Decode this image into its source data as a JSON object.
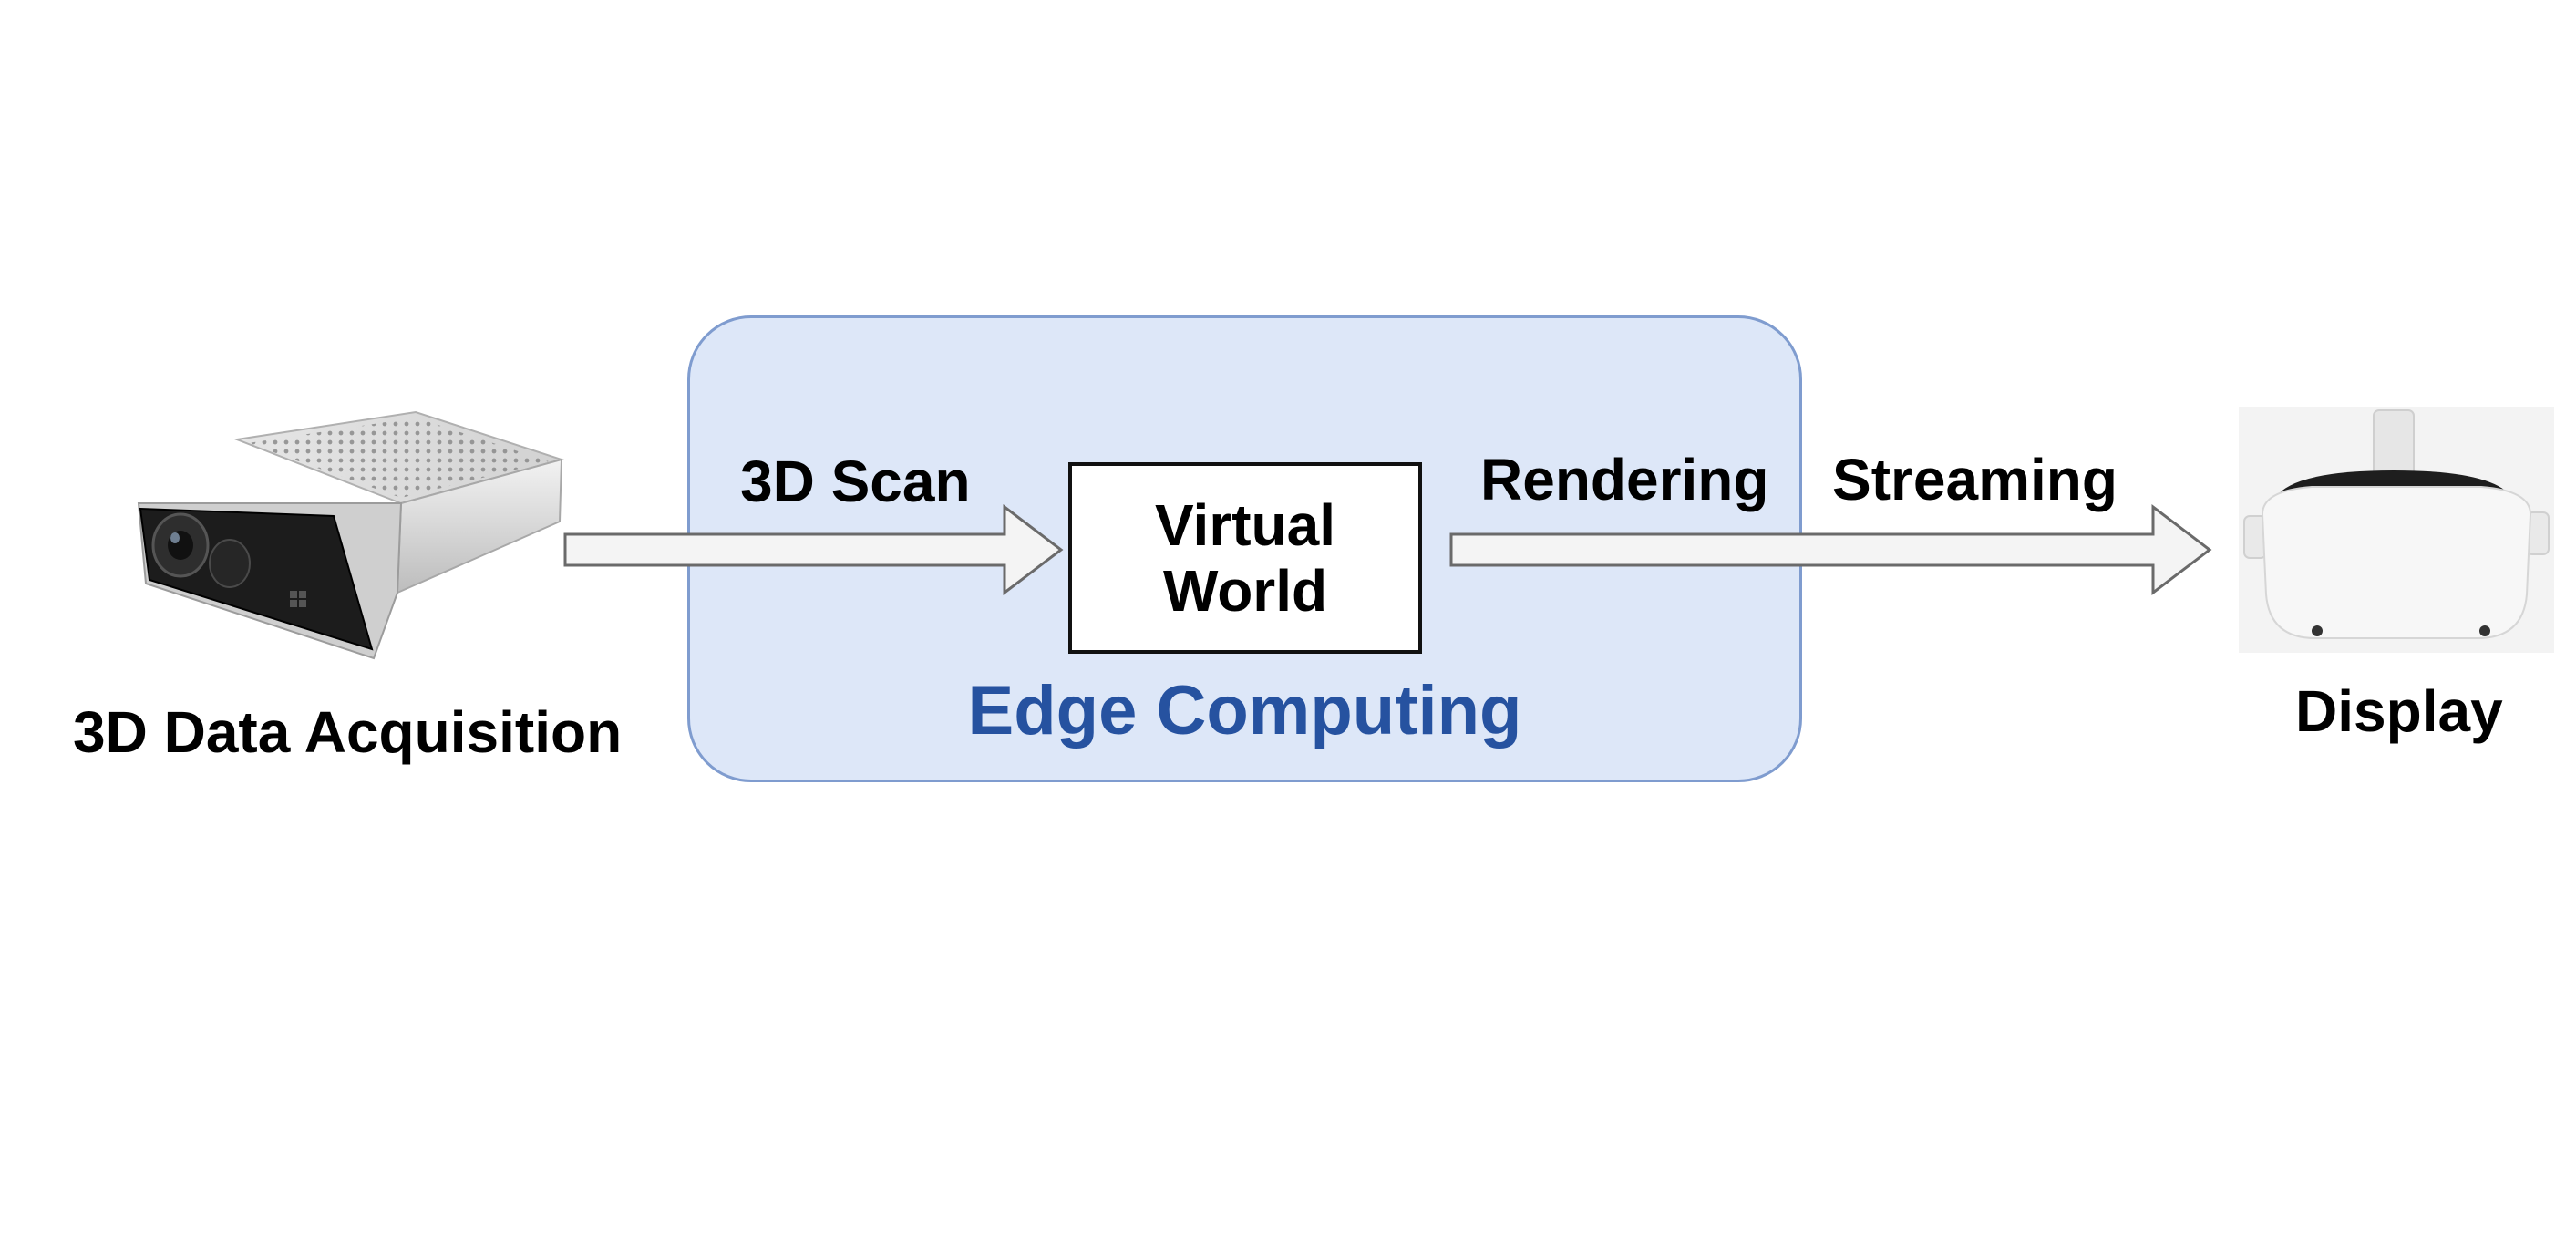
{
  "diagram": {
    "nodes": {
      "acquisition": {
        "label": "3D Data Acquisition",
        "icon": "depth-camera-icon"
      },
      "edge": {
        "label": "Edge Computing",
        "color": "#2652a0",
        "fill": "#dde7f8",
        "border": "#7f9ccf"
      },
      "virtual_world": {
        "label": "Virtual\nWorld"
      },
      "display": {
        "label": "Display",
        "icon": "vr-headset-icon"
      }
    },
    "edges": {
      "scan": {
        "label": "3D Scan",
        "from": "acquisition",
        "to": "virtual_world"
      },
      "render": {
        "label": "Rendering",
        "from": "virtual_world",
        "to": "display"
      },
      "stream": {
        "label": "Streaming",
        "from": "virtual_world",
        "to": "display"
      }
    }
  }
}
